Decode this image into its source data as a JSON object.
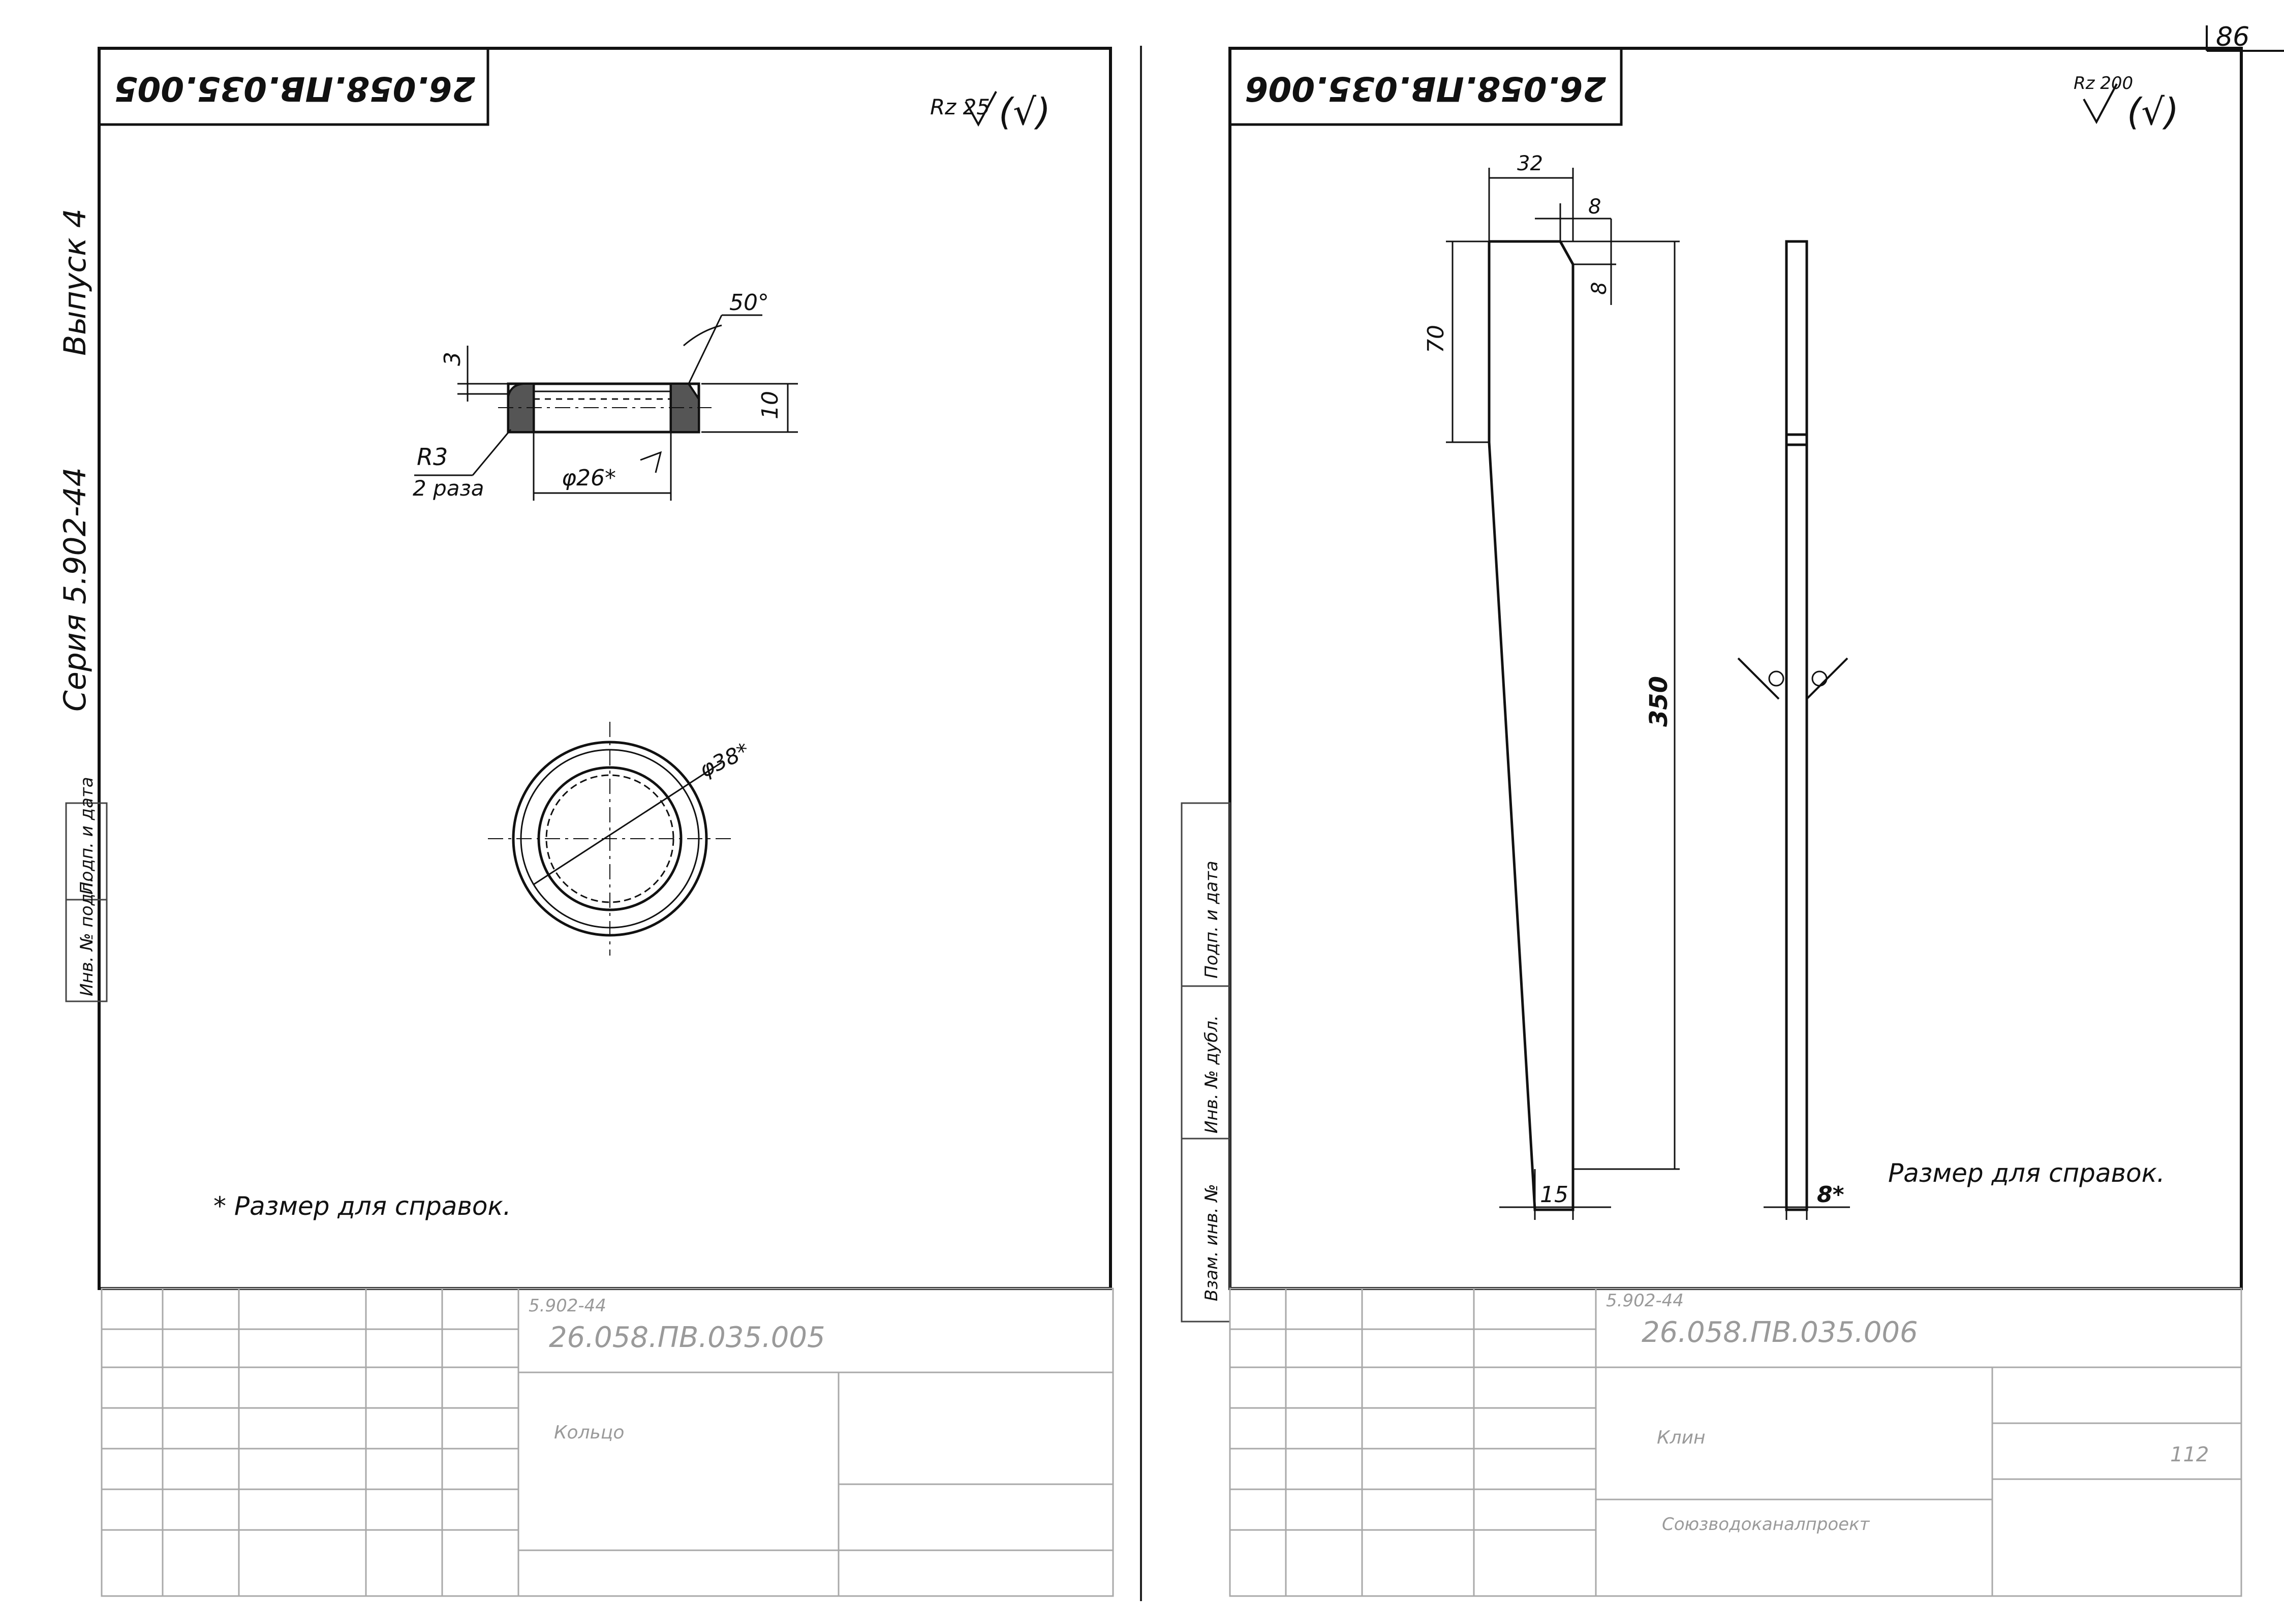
{
  "page": {
    "page_number": "86",
    "series_label": "Серия 5.902-44",
    "issue_label": "Выпуск 4"
  },
  "left_sheet": {
    "stamp_code": "26.058.ПВ.035.005",
    "roughness": "Rz 25",
    "roughness_paren": "(√)",
    "dims": {
      "height_3": "3",
      "height_10": "10",
      "angle": "50°",
      "radius": "R3",
      "radius_note": "2 раза",
      "inner_diameter": "φ26*",
      "outer_diameter": "φ38*"
    },
    "note": "* Размер для справок.",
    "side_stamps": [
      "Подп. и дата",
      "Инв. № подл."
    ],
    "title_block": {
      "series": "5.902-44",
      "code": "26.058.ПВ.035.005",
      "name": "Кольцо"
    }
  },
  "right_sheet": {
    "stamp_code": "26.058.ПВ.035.006",
    "roughness": "Rz 200",
    "roughness_paren": "(√)",
    "dims": {
      "width_32": "32",
      "chamfer_8_h": "8",
      "chamfer_8_v": "8",
      "height_70": "70",
      "height_350": "350",
      "bottom_15": "15",
      "thickness_8": "8*"
    },
    "note": "Размер для справок.",
    "side_stamps": [
      "Взам. инв. №",
      "Инв. № дубл.",
      "Подп. и дата"
    ],
    "title_block": {
      "series": "5.902-44",
      "code": "26.058.ПВ.035.006",
      "name": "Клин",
      "sheet": "112",
      "org": "Союзводоканалпроект"
    }
  }
}
